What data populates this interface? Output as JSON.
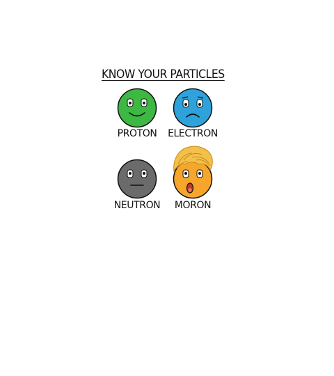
{
  "title": "KNOW YOUR PARTICLES",
  "particles": [
    {
      "label": "PROTON",
      "color": "#3db843",
      "expression": "happy"
    },
    {
      "label": "ELECTRON",
      "color": "#2ea2db",
      "expression": "sad"
    },
    {
      "label": "NEUTRON",
      "color": "#6b6b6b",
      "expression": "neutral"
    },
    {
      "label": "MORON",
      "color": "#f7a62c",
      "expression": "shouting",
      "hair_color": "#f3c14a"
    }
  ]
}
